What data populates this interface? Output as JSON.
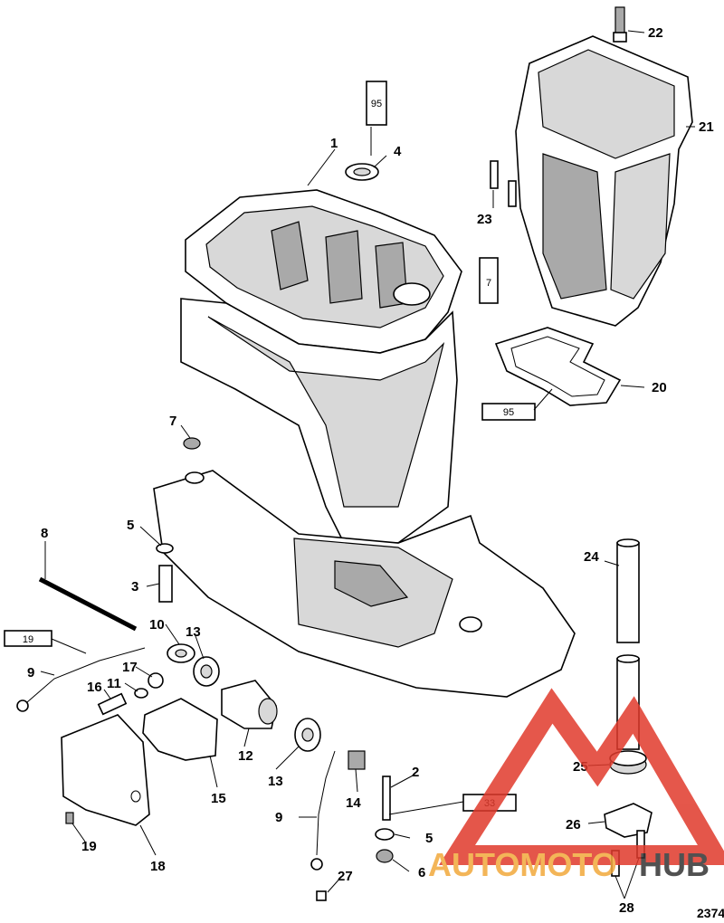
{
  "figure_number": "2374",
  "callouts": {
    "c1": "1",
    "c2": "2",
    "c3": "3",
    "c4": "4",
    "c5a": "5",
    "c5b": "5",
    "c6": "6",
    "c7": "7",
    "c8": "8",
    "c9a": "9",
    "c9b": "9",
    "c10": "10",
    "c11": "11",
    "c12": "12",
    "c13a": "13",
    "c13b": "13",
    "c14": "14",
    "c15": "15",
    "c16": "16",
    "c17": "17",
    "c18": "18",
    "c19": "19",
    "c20": "20",
    "c21": "21",
    "c22": "22",
    "c23": "23",
    "c24": "24",
    "c25": "25",
    "c26": "26",
    "c27": "27",
    "c28": "28"
  },
  "sealant_tubes": {
    "t95_top": "95",
    "t7": "7",
    "t95_mid": "95",
    "t19": "19",
    "t33": "33"
  },
  "watermark": {
    "part1": "AUTOMOTO",
    "part2": "HUB",
    "color_red": "#e0392b",
    "color_orange": "#f2a93b",
    "color_dark": "#333333"
  }
}
